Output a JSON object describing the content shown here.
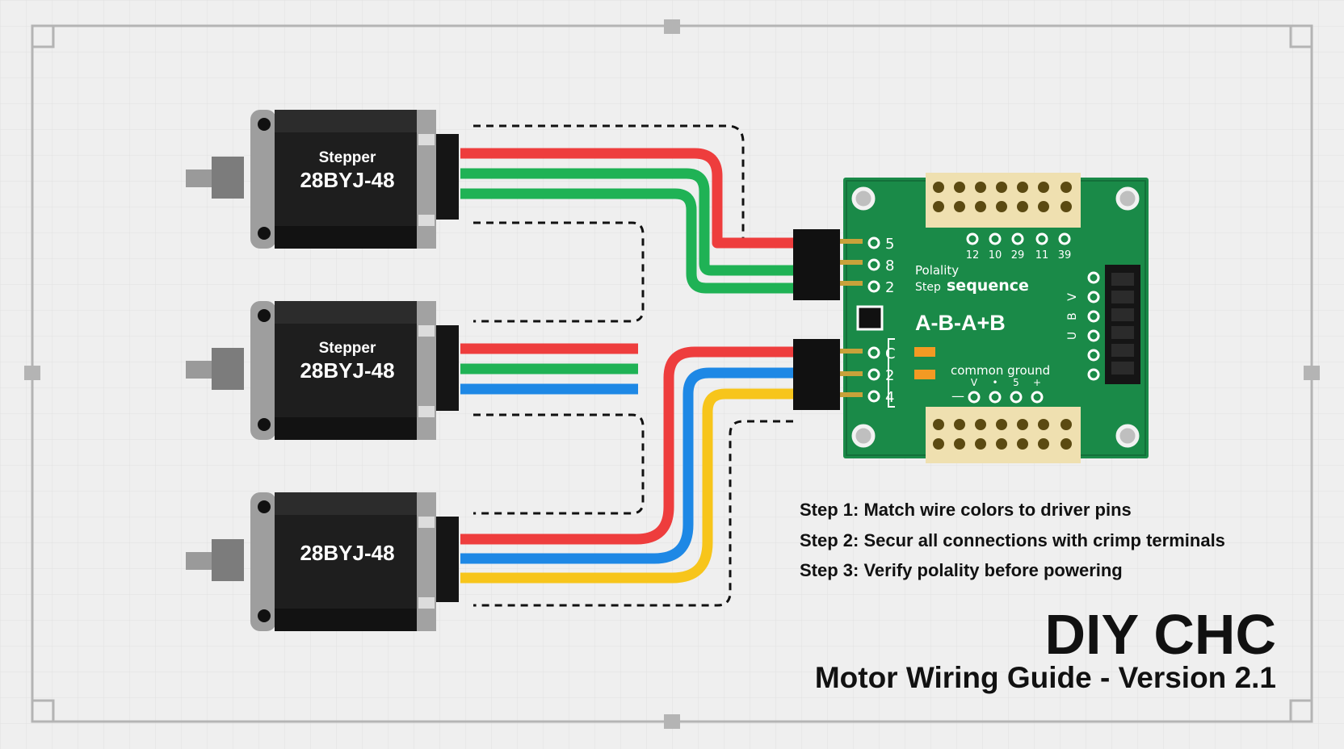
{
  "motors": [
    {
      "name": "Stepper",
      "model": "28BYJ-48"
    },
    {
      "name": "Stepper",
      "model": "28BYJ-48"
    },
    {
      "name": "",
      "model": "28BYJ-48"
    }
  ],
  "driver": {
    "header_pins_top": [
      "5",
      "8",
      "2"
    ],
    "header_pins_bottom": [
      "C",
      "2",
      "4"
    ],
    "top_pin_labels": [
      "12",
      "10",
      "29",
      "11",
      "39"
    ],
    "polarity_label": "Polality",
    "step_label": "Step",
    "sequence_label": "sequence",
    "sequence": "A-B-A+B",
    "common_ground": "common ground",
    "right_pin_labels": [
      "V",
      "B",
      "U"
    ],
    "bottom_pin_labels": [
      "—",
      "V",
      "•",
      "5",
      "+"
    ]
  },
  "steps": [
    "Step 1: Match wire colors to driver pins",
    "Step 2: Secur all connections with crimp terminals",
    "Step 3: Verify polality before powering"
  ],
  "title": {
    "main": "DIY CHC",
    "subtitle": "Motor Wiring Guide - Version 2.1"
  },
  "colors": {
    "red": "#ee3d3d",
    "green": "#1fb255",
    "blue": "#1e88e5",
    "yellow": "#f7c51b",
    "pcb": "#1a8a48",
    "motor_body": "#1e1e1e"
  }
}
